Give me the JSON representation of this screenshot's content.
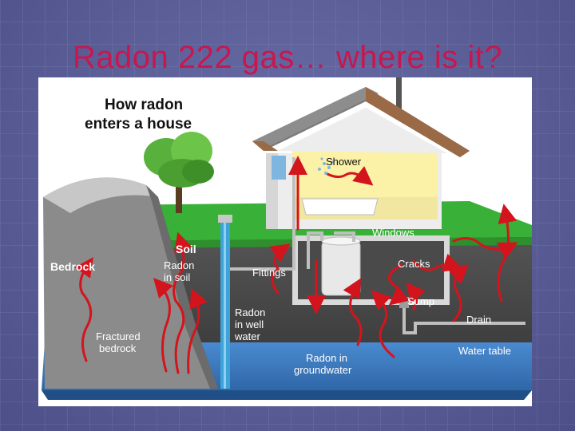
{
  "slide": {
    "title": "Radon 222 gas… where is it?"
  },
  "diagram": {
    "heading_line1": "How radon",
    "heading_line2": "enters a house",
    "labels": {
      "shower": "Shower",
      "windows": "Windows",
      "cracks": "Cracks",
      "sump": "Sump",
      "drain": "Drain",
      "water_table": "Water table",
      "soil": "Soil",
      "radon_in_soil_1": "Radon",
      "radon_in_soil_2": "in soil",
      "bedrock": "Bedrock",
      "fittings": "Fittings",
      "radon_well_1": "Radon",
      "radon_well_2": "in well",
      "radon_well_3": "water",
      "fractured_1": "Fractured",
      "fractured_2": "bedrock",
      "groundwater_1": "Radon in",
      "groundwater_2": "groundwater"
    },
    "colors": {
      "title": "#c8174f",
      "arrow": "#d4141c",
      "grass": "#39b037",
      "soil": "#4b4b4b",
      "water": "#3f7fc4",
      "roof": "#6b6b6b",
      "wall": "#ededed"
    }
  }
}
